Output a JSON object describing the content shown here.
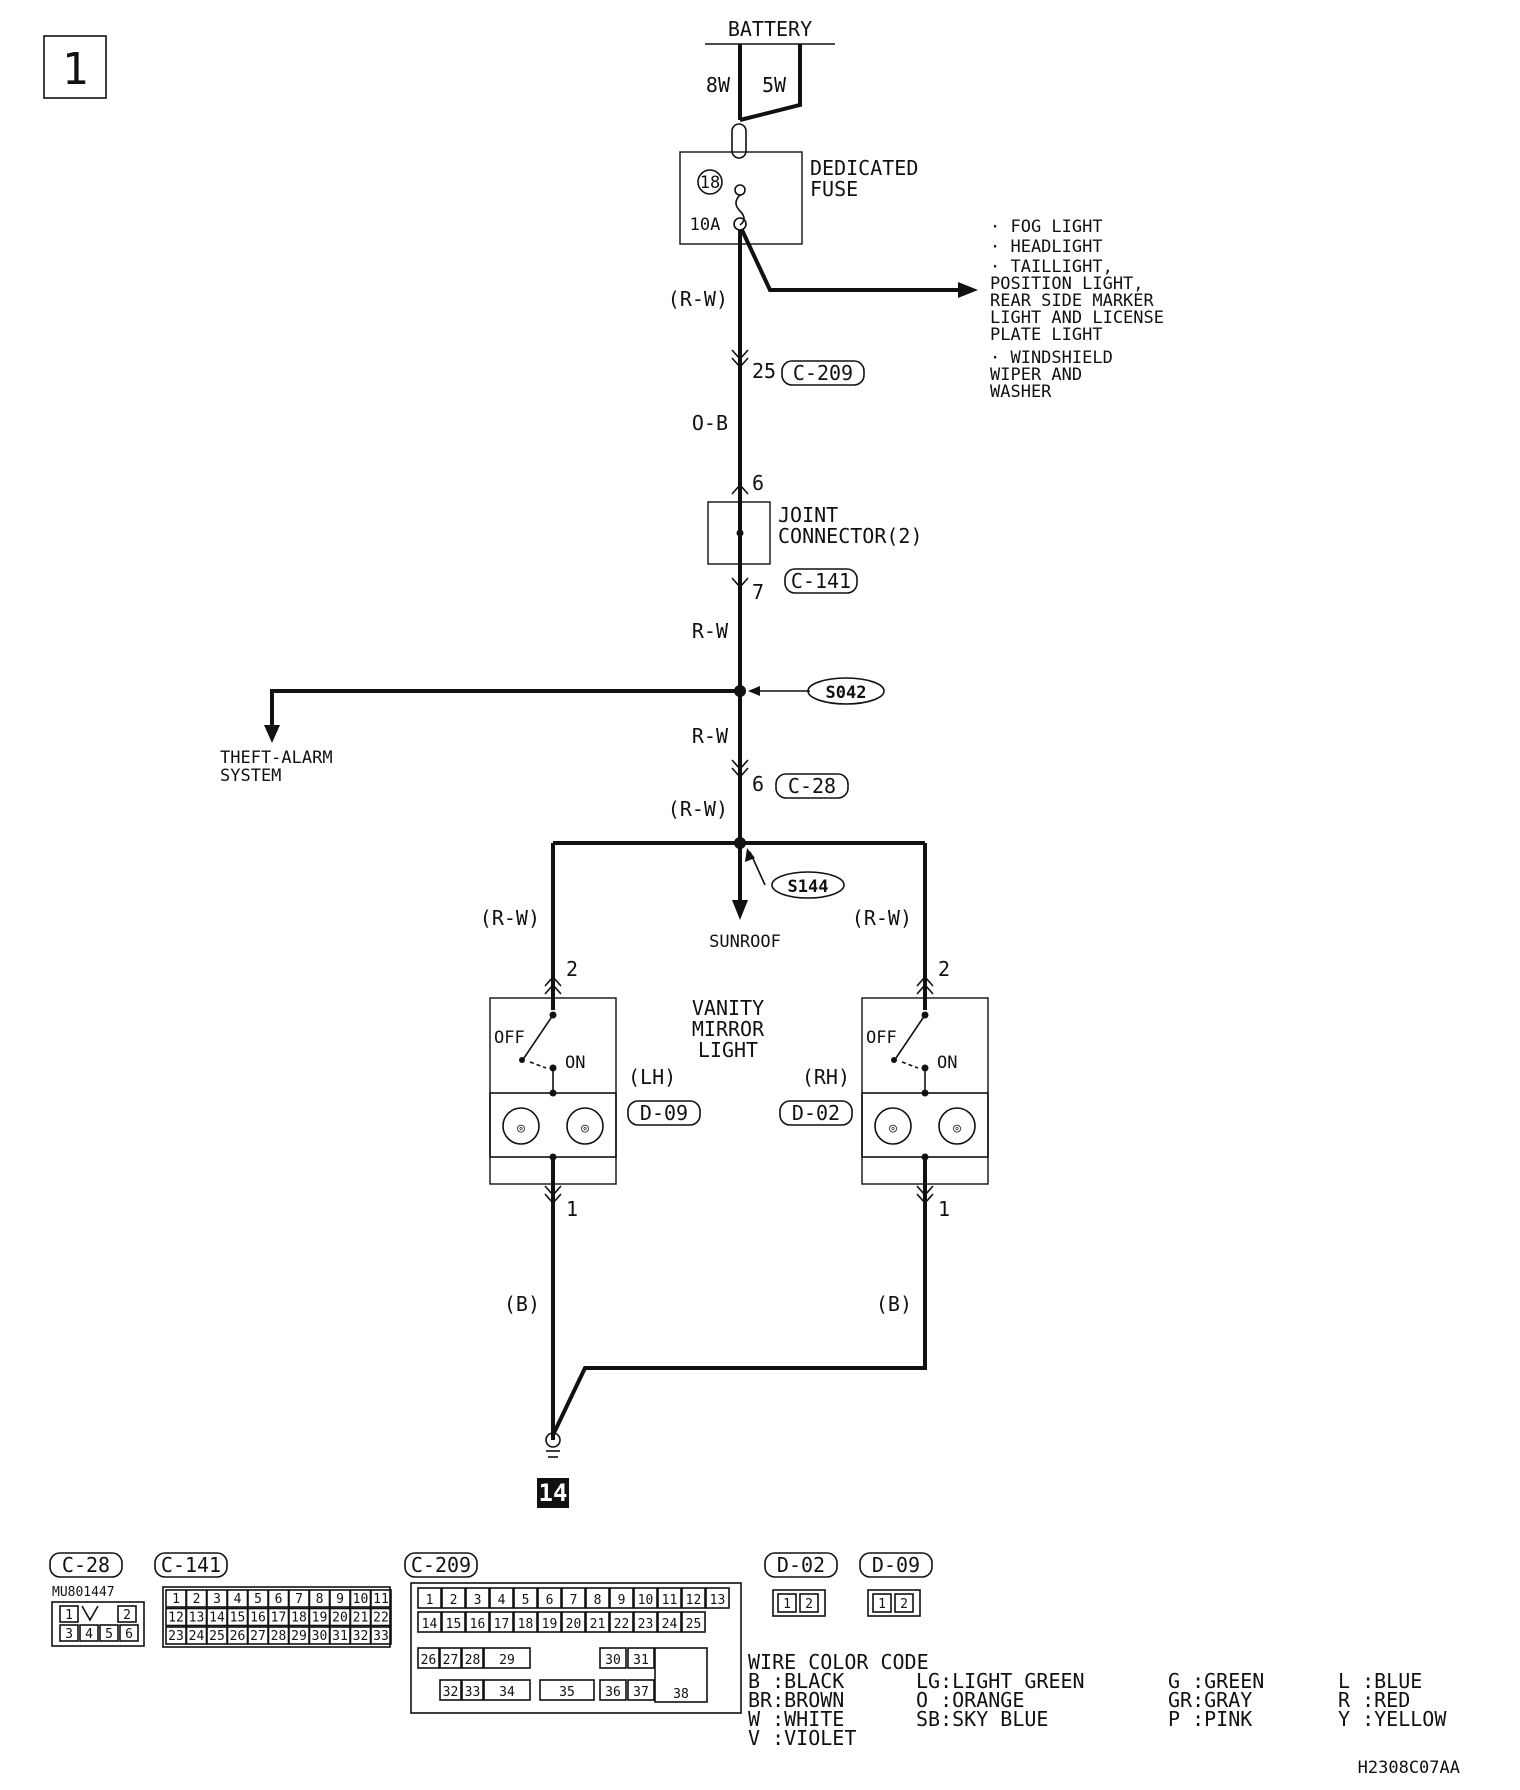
{
  "page_number": "1",
  "battery": "BATTERY",
  "fusible_links": [
    "8W",
    "5W"
  ],
  "fuse": {
    "number": "18",
    "rating": "10A",
    "label_line1": "DEDICATED",
    "label_line2": "FUSE"
  },
  "other_circuits": [
    "· FOG LIGHT",
    "· HEADLIGHT",
    "· TAILLIGHT,",
    "  POSITION LIGHT,",
    "  REAR SIDE MARKER",
    "  LIGHT AND LICENSE",
    "  PLATE LIGHT",
    "· WINDSHIELD",
    "  WIPER AND",
    "  WASHER"
  ],
  "wires": {
    "rw_paren": "(R-W)",
    "ob": "O-B",
    "rw": "R-W",
    "b_paren": "(B)"
  },
  "connectors": {
    "c209": "C-209",
    "c209_pin": "25",
    "c141": "C-141",
    "c141_in": "6",
    "c141_out": "7",
    "c28": "C-28",
    "c28_pin": "6",
    "d09": "D-09",
    "d02": "D-02"
  },
  "joint_connector": {
    "line1": "JOINT",
    "line2": "CONNECTOR(2)"
  },
  "splices": {
    "s042": "S042",
    "s144": "S144"
  },
  "theft_alarm": {
    "line1": "THEFT-ALARM",
    "line2": "SYSTEM"
  },
  "sunroof": "SUNROOF",
  "vanity": {
    "line1": "VANITY",
    "line2": "MIRROR",
    "line3": "LIGHT",
    "lh": "(LH)",
    "rh": "(RH)",
    "off": "OFF",
    "on": "ON",
    "pin_top": "2",
    "pin_bottom": "1"
  },
  "ground": "14",
  "connector_views": {
    "c28_part": "MU801447",
    "c28_pins_top": [
      "1",
      "2"
    ],
    "c28_pins_bottom": [
      "3",
      "4",
      "5",
      "6"
    ],
    "c141_row1": [
      "1",
      "2",
      "3",
      "4",
      "5",
      "6",
      "7",
      "8",
      "9",
      "10",
      "11"
    ],
    "c141_row2": [
      "12",
      "13",
      "14",
      "15",
      "16",
      "17",
      "18",
      "19",
      "20",
      "21",
      "22"
    ],
    "c141_row3": [
      "23",
      "24",
      "25",
      "26",
      "27",
      "28",
      "29",
      "30",
      "31",
      "32",
      "33"
    ],
    "c209_row1": [
      "1",
      "2",
      "3",
      "4",
      "5",
      "6",
      "7",
      "8",
      "9",
      "10",
      "11",
      "12",
      "13"
    ],
    "c209_row2": [
      "14",
      "15",
      "16",
      "17",
      "18",
      "19",
      "20",
      "21",
      "22",
      "23",
      "24",
      "25"
    ],
    "c209_row3": [
      "26",
      "27",
      "28",
      "29",
      "30",
      "31",
      "38"
    ],
    "c209_row4": [
      "32",
      "33",
      "34",
      "35",
      "36",
      "37"
    ],
    "d_pins": [
      "1",
      "2"
    ]
  },
  "color_code": {
    "title": "WIRE COLOR CODE",
    "col1": [
      "B :BLACK",
      "BR:BROWN",
      "W :WHITE",
      "V :VIOLET"
    ],
    "col2": [
      "LG:LIGHT GREEN",
      "O :ORANGE",
      "SB:SKY BLUE"
    ],
    "col3": [
      "G :GREEN",
      "GR:GRAY",
      "P :PINK"
    ],
    "col4": [
      "L :BLUE",
      "R :RED",
      "Y :YELLOW"
    ]
  },
  "doc_code": "H2308C07AA"
}
